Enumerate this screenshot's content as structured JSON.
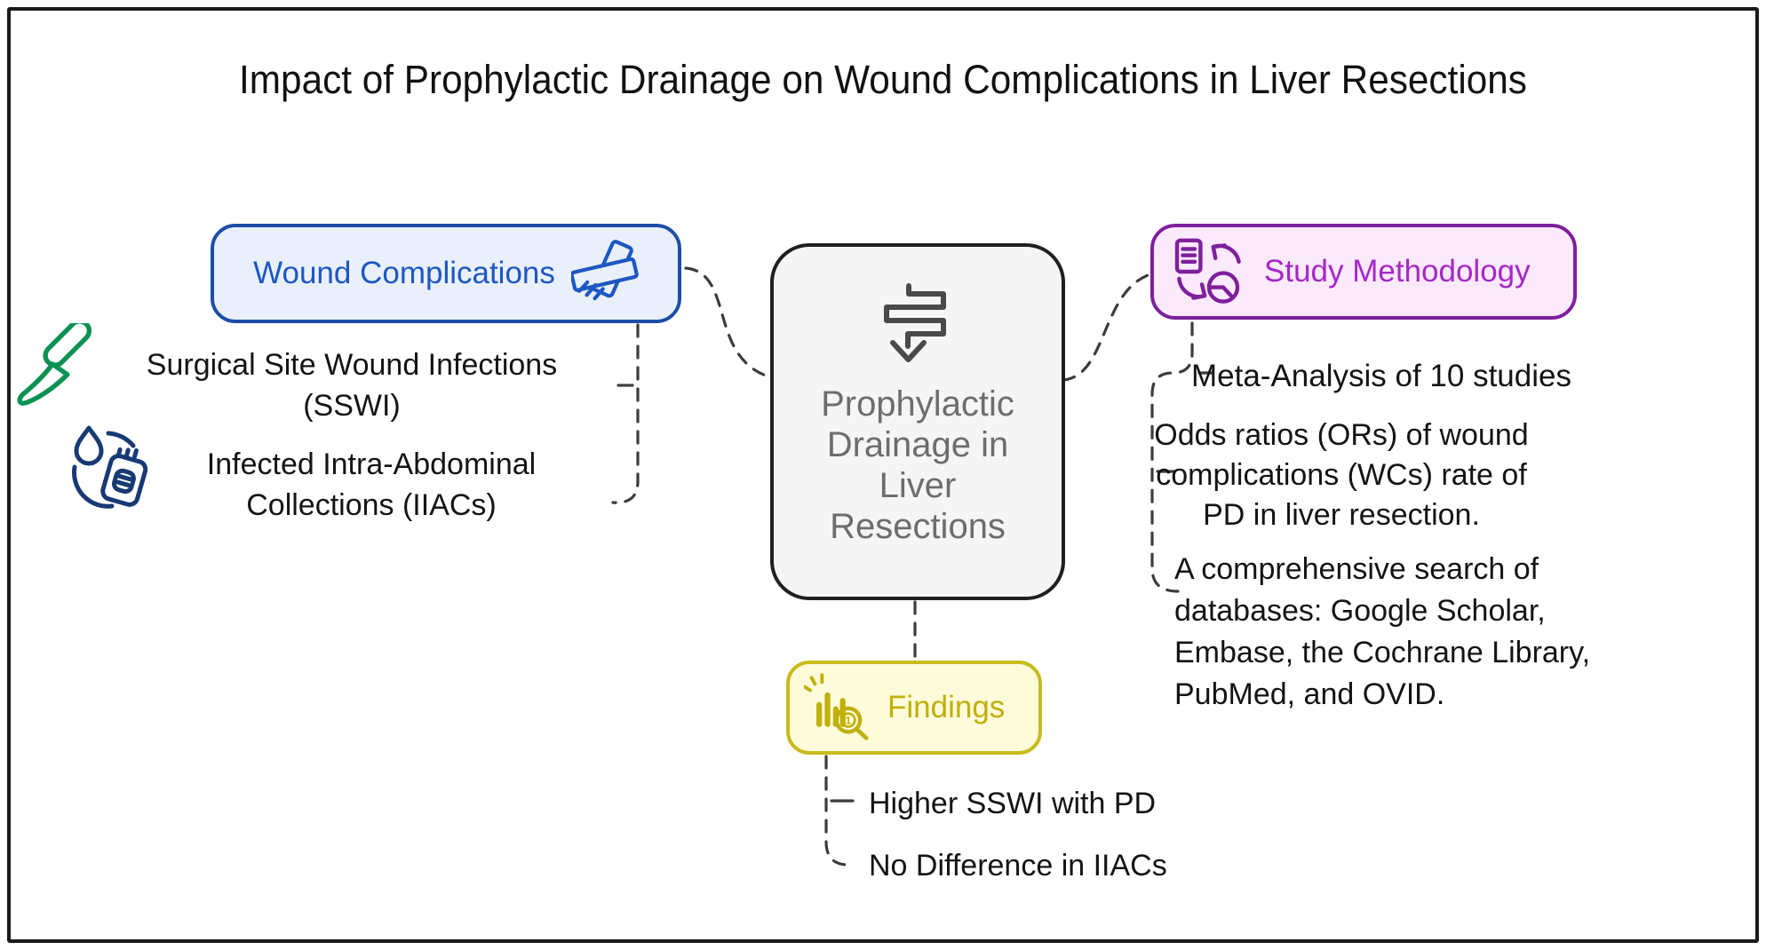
{
  "title": "Impact of Prophylactic Drainage on Wound Complications in Liver Resections",
  "colors": {
    "blue_border": "#1c4da8",
    "blue_fill": "#e9f0fb",
    "blue_text": "#1e57c2",
    "purple_border": "#7e1f9c",
    "purple_fill": "#fbe9fc",
    "purple_text": "#a428c8",
    "yellow_border": "#c8bb1c",
    "yellow_fill": "#fdfbda",
    "yellow_text": "#c0b009",
    "center_border": "#1f1f1f",
    "center_fill": "#f5f5f5",
    "center_text": "#6d6d6d",
    "connector": "#3c3c3c",
    "green_icon": "#0b9253",
    "navy_icon": "#173a74"
  },
  "central": {
    "icon": "zigzag-arrow-down-icon",
    "lines": [
      "Prophylactic",
      "Drainage in",
      "Liver",
      "Resections"
    ]
  },
  "wound_complications": {
    "label": "Wound Complications",
    "icon": "bandage-icon",
    "items": [
      {
        "icon": "scalpel-icon",
        "lines": [
          "Surgical Site Wound Infections",
          "(SSWI)"
        ]
      },
      {
        "icon": "drainage-bag-icon",
        "lines": [
          "Infected Intra-Abdominal",
          "Collections (IIACs)"
        ]
      }
    ]
  },
  "methodology": {
    "label": "Study Methodology",
    "icon": "document-to-chart-icon",
    "items": [
      {
        "lines": [
          "Meta-Analysis of 10 studies"
        ]
      },
      {
        "lines": [
          "Odds ratios (ORs) of wound",
          "complications (WCs) rate of",
          "PD in liver resection."
        ]
      },
      {
        "lines": [
          "A comprehensive search of",
          "databases: Google Scholar,",
          "Embase, the Cochrane Library,",
          "PubMed, and OVID."
        ]
      }
    ]
  },
  "findings": {
    "label": "Findings",
    "icon": "bar-chart-magnifier-icon",
    "items": [
      {
        "lines": [
          "Higher SSWI with PD"
        ]
      },
      {
        "lines": [
          "No Difference in IIACs"
        ]
      }
    ]
  }
}
